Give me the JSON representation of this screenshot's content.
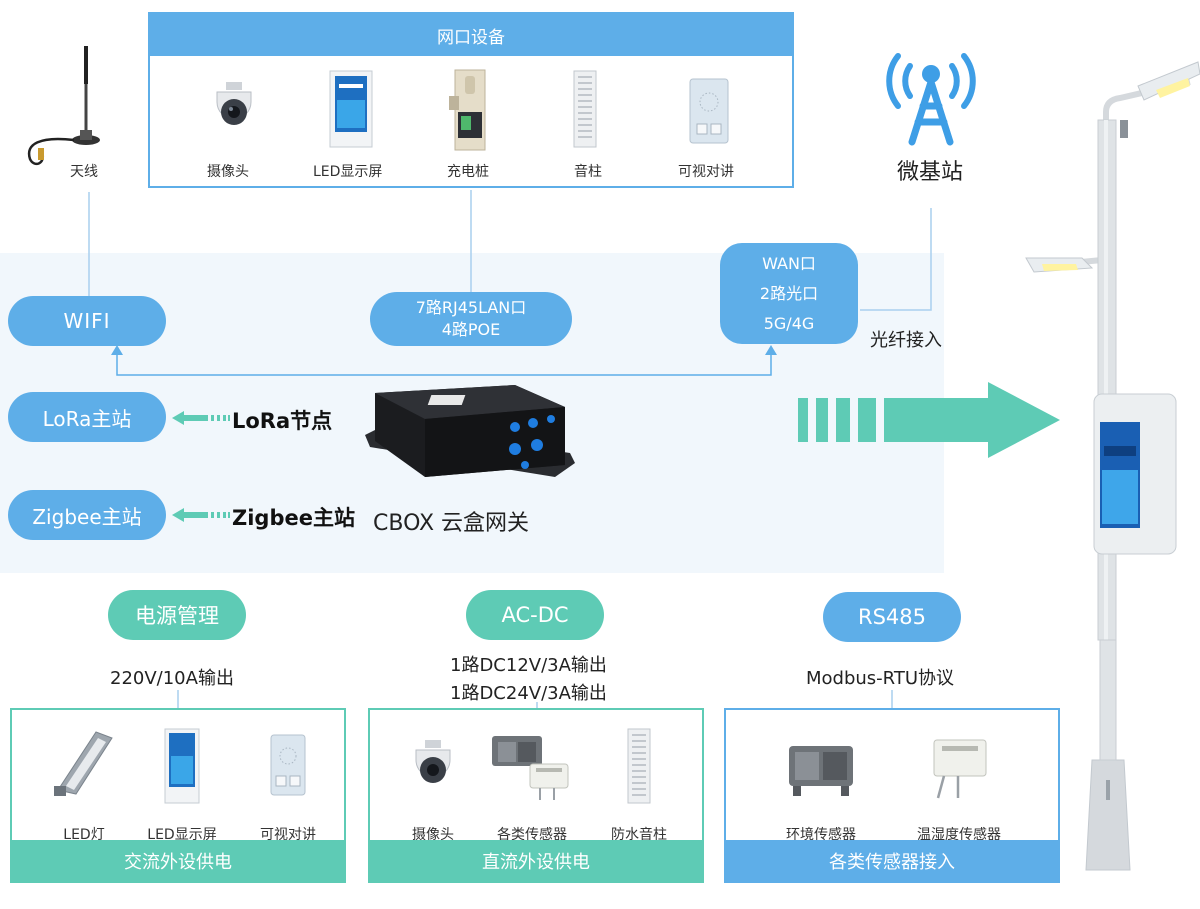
{
  "top_box": {
    "title": "网口设备",
    "devices": [
      {
        "label": "摄像头",
        "icon": "dome-camera-icon"
      },
      {
        "label": "LED显示屏",
        "icon": "led-display-icon"
      },
      {
        "label": "充电桩",
        "icon": "charging-pile-icon"
      },
      {
        "label": "音柱",
        "icon": "sound-column-icon"
      },
      {
        "label": "可视对讲",
        "icon": "intercom-icon"
      }
    ]
  },
  "antenna": {
    "label": "天线"
  },
  "base_station": {
    "label": "微基站"
  },
  "interfaces": {
    "wifi": "WIFI",
    "lan_line1": "7路RJ45LAN口",
    "lan_line2": "4路POE",
    "wan_line1": "WAN口",
    "wan_line2": "2路光口",
    "wan_line3": "5G/4G",
    "fiber": "光纤接入",
    "lora_master": "LoRa主站",
    "lora_node": "LoRa节点",
    "zigbee_master": "Zigbee主站",
    "zigbee_node": "Zigbee主站",
    "gateway": "CBOX 云盒网关"
  },
  "power": {
    "label": "电源管理",
    "output": "220V/10A输出"
  },
  "acdc": {
    "label": "AC-DC",
    "output1": "1路DC12V/3A输出",
    "output2": "1路DC24V/3A输出"
  },
  "rs485": {
    "label": "RS485",
    "protocol": "Modbus-RTU协议"
  },
  "bottom_boxes": [
    {
      "title": "交流外设供电",
      "devices": [
        {
          "label": "LED灯",
          "icon": "street-lamp-head-icon"
        },
        {
          "label": "LED显示屏",
          "icon": "led-display-icon"
        },
        {
          "label": "可视对讲",
          "icon": "intercom-icon"
        }
      ]
    },
    {
      "title": "直流外设供电",
      "devices": [
        {
          "label": "摄像头",
          "icon": "dome-camera-icon"
        },
        {
          "label": "各类传感器",
          "icon": "sensor-icon"
        },
        {
          "label": "防水音柱",
          "icon": "sound-column-icon"
        }
      ]
    },
    {
      "title": "各类传感器接入",
      "devices": [
        {
          "label": "环境传感器",
          "icon": "environment-sensor-icon"
        },
        {
          "label": "温湿度传感器",
          "icon": "humidity-sensor-icon"
        }
      ]
    }
  ],
  "colors": {
    "blue": "#5eaee8",
    "green": "#5ecbb5",
    "band": "#f1f7fc"
  }
}
